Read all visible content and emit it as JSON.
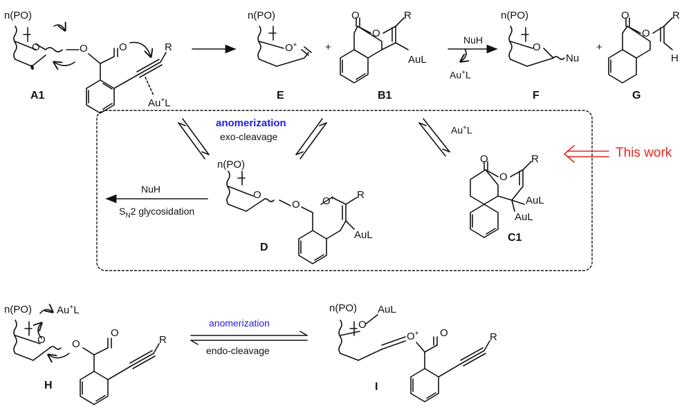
{
  "compounds": {
    "A1": "A1",
    "E": "E",
    "B1": "B1",
    "F": "F",
    "G": "G",
    "D": "D",
    "C1": "C1",
    "H": "H",
    "I": "I"
  },
  "atoms": {
    "npo": "n(PO)",
    "O": "O",
    "R": "R",
    "AuL": "AuL",
    "Au": "Au",
    "L": "L",
    "Nu": "Nu",
    "H": "H",
    "plus_sign": "+",
    "charge": "+"
  },
  "reagents": {
    "nuh": "NuH",
    "s": "S",
    "n": "N",
    "glycosidation": "2 glycosidation",
    "au_plus_l_prefix": "Au",
    "au_plus_l_suffix": "L"
  },
  "pathways": {
    "anomerization": "anomerization",
    "exo_cleavage": "exo-cleavage",
    "endo_cleavage": "endo-cleavage"
  },
  "callout": {
    "text": "This work",
    "color": "#e8231f"
  },
  "colors": {
    "blue_label": "#1f1fdc",
    "ink": "#111111"
  }
}
